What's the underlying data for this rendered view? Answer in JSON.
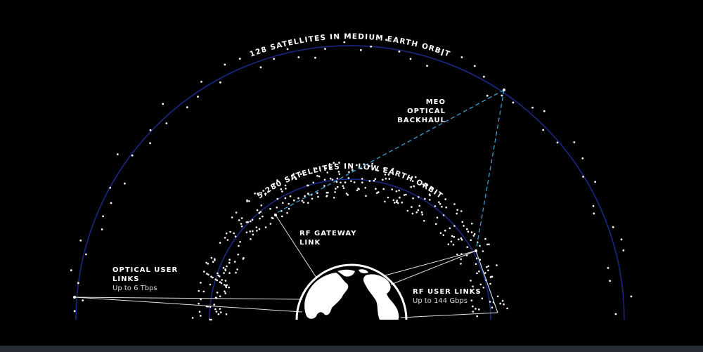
{
  "diagram": {
    "colors": {
      "background": "#000000",
      "orbit_line": "#1a2a8a",
      "dashed_link": "#3aa0d0",
      "satellite": "#ffffff",
      "link_line": "#e0e0e0",
      "bottom_bar": "#262c31"
    },
    "meo": {
      "label": "128 SATELLITES IN MEDIUM EARTH ORBIT"
    },
    "leo": {
      "label": "5,280 SATELLITES IN LOW EARTH ORBIT"
    },
    "callouts": {
      "meo_backhaul": {
        "line1": "MEO OPTICAL",
        "line2": "BACKHAUL"
      },
      "rf_gateway": {
        "line1": "RF GATEWAY",
        "line2": "LINK"
      },
      "optical_user": {
        "line1": "OPTICAL USER",
        "line2": "LINKS",
        "detail": "Up to 6 Tbps"
      },
      "rf_user": {
        "line1": "RF USER LINKS",
        "detail": "Up to 144 Gbps"
      }
    },
    "icons": {
      "earth": "earth-globe-icon"
    }
  }
}
